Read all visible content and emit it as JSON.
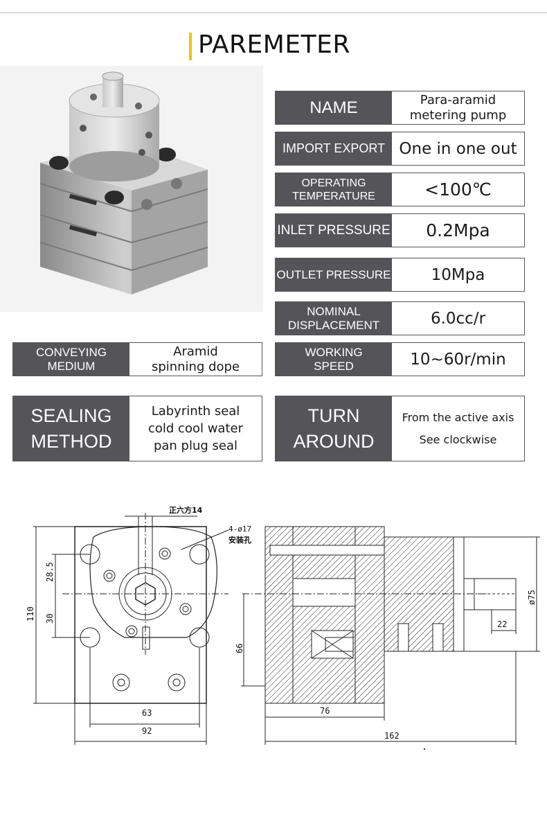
{
  "title": "PAREMETER",
  "specs": [
    {
      "id": "name",
      "label": [
        "NAME"
      ],
      "value": [
        "Para-aramid",
        "metering pump"
      ]
    },
    {
      "id": "import-export",
      "label": [
        "IMPORT EXPORT"
      ],
      "value": [
        "One in one out"
      ]
    },
    {
      "id": "operating-temperature",
      "label": [
        "OPERATING",
        "TEMPERATURE"
      ],
      "value": [
        "<100℃"
      ]
    },
    {
      "id": "inlet-pressure",
      "label": [
        "INLET PRESSURE"
      ],
      "value": [
        "0.2Mpa"
      ]
    },
    {
      "id": "outlet-pressure",
      "label": [
        "OUTLET PRESSURE"
      ],
      "value": [
        "10Mpa"
      ]
    },
    {
      "id": "nominal-displacement",
      "label": [
        "NOMINAL",
        "DISPLACEMENT"
      ],
      "value": [
        "6.0cc/r"
      ]
    },
    {
      "id": "working-speed",
      "label": [
        "WORKING",
        "SPEED"
      ],
      "value": [
        "10~60r/min"
      ]
    },
    {
      "id": "conveying-medium",
      "label": [
        "CONVEYING",
        "MEDIUM"
      ],
      "value": [
        "Aramid",
        "spinning dope"
      ]
    },
    {
      "id": "sealing-method",
      "label": [
        "SEALING",
        "METHOD"
      ],
      "value": [
        "Labyrinth seal",
        "cold cool water",
        "pan plug seal"
      ]
    },
    {
      "id": "turn-around",
      "label": [
        "TURN",
        "AROUND"
      ],
      "value": [
        "From the active axis",
        "See clockwise"
      ]
    }
  ],
  "drawing": {
    "hex_note": "正六方14",
    "hole_note_1": "4-ø17",
    "hole_note_2": "安装孔",
    "dim_28_5": "28.5",
    "dim_30": "30",
    "dim_110": "110",
    "dim_63": "63",
    "dim_92": "92",
    "dim_66": "66",
    "dim_76": "76",
    "dim_162": "162",
    "dim_22": "22",
    "dim_75": "ø75"
  }
}
